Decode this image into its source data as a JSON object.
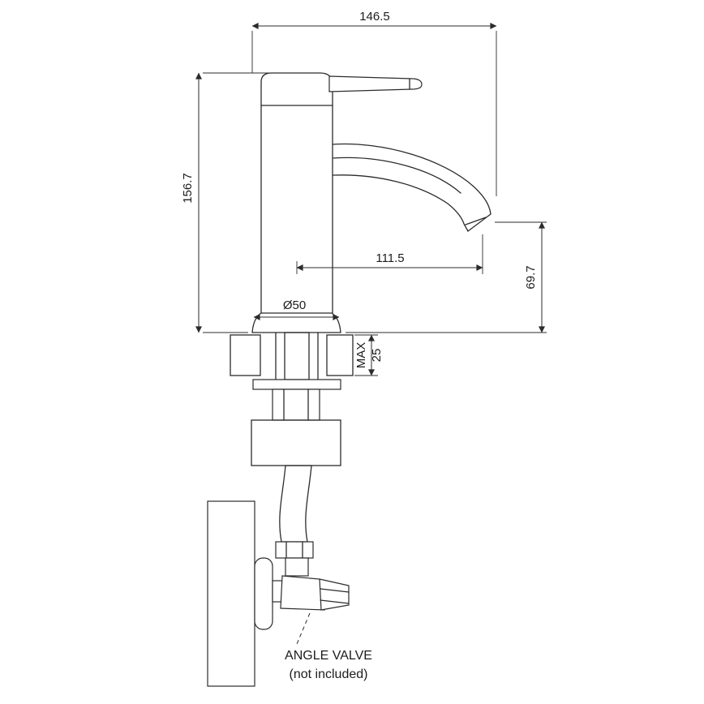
{
  "drawing": {
    "type": "technical-dimension-drawing",
    "subject": "basin-mixer-tap-side-view"
  },
  "dimensions": {
    "overall_width": "146.5",
    "overall_height": "156.7",
    "spout_reach": "111.5",
    "outlet_height": "69.7",
    "base_diameter": "Ø50",
    "max_deck_label": "MAX",
    "max_deck_value": "25"
  },
  "annotation": {
    "line1": "ANGLE VALVE",
    "line2": "(not included)"
  },
  "colors": {
    "line": "#2b2b2b",
    "background": "#ffffff"
  }
}
